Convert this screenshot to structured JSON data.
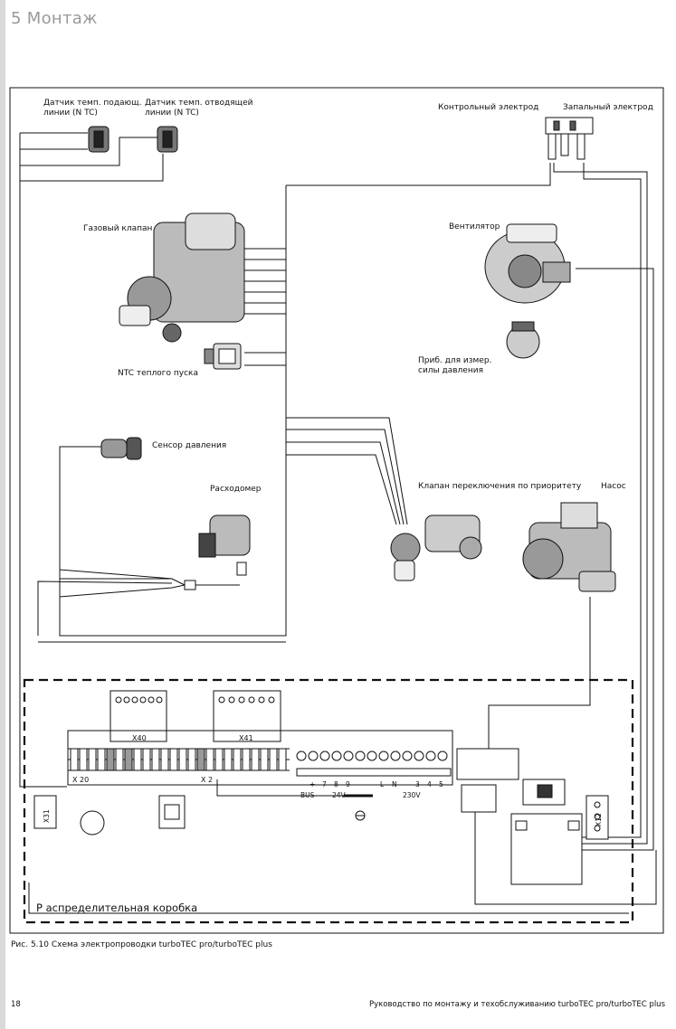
{
  "header": {
    "section_title": "5 Монтаж"
  },
  "diagram": {
    "labels": {
      "supply_sensor": [
        "Датчик темп. подающ.",
        "линии (N TC)"
      ],
      "return_sensor": [
        "Датчик темп. отводящей",
        "линии (N TC)"
      ],
      "control_electrode": "Контрольный электрод",
      "ignition_electrode": "Запальный электрод",
      "gas_valve": "Газовый клапан",
      "fan": "Вентилятор",
      "warm_start_ntc": "NTC теплого пуска",
      "pressure_device": [
        "Приб. для измер.",
        "силы давления"
      ],
      "pressure_sensor": "Сенсор давления",
      "flowmeter": "Расходомер",
      "priority_valve": "Клапан переключения по приоритету",
      "pump": "Насос",
      "distribution_box": "Р аспределительная коробка",
      "x40": "X40",
      "x41": "X41",
      "x20": "X 20",
      "x2": "X 2",
      "x31": "X31",
      "x12": "X12",
      "terminal_marks": [
        "–",
        "+",
        "7",
        "8",
        "9",
        "L",
        "N",
        "3",
        "4",
        "5"
      ],
      "bus": "BUS",
      "v24": "24V",
      "v230": "230V"
    }
  },
  "figure_caption": "Рис. 5.10 Схема электропроводки turboTEC pro/turboTEC plus",
  "footer": {
    "page_number": "18",
    "manual_title": "Руководство по монтажу и техобслуживанию turboTEC pro/turboTEC plus"
  }
}
